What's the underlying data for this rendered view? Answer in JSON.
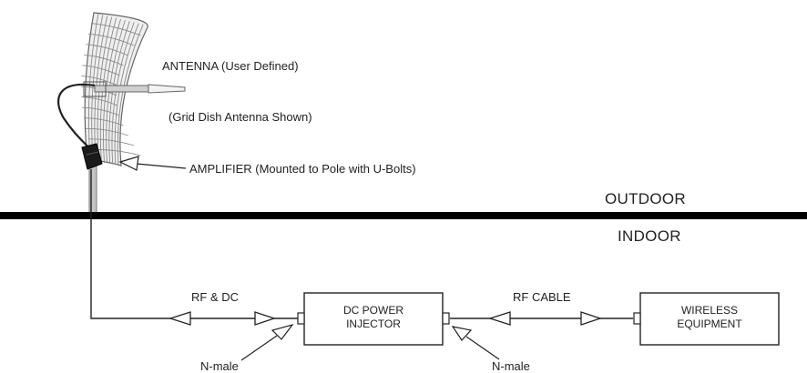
{
  "labels": {
    "antenna": "ANTENNA (User Defined)",
    "antenna_note": "(Grid Dish Antenna Shown)",
    "amplifier": "AMPLIFIER (Mounted to Pole with U-Bolts)",
    "outdoor": "OUTDOOR",
    "indoor": "INDOOR",
    "rf_dc": "RF & DC",
    "rf_cable": "RF CABLE",
    "nmale_left": "N-male",
    "nmale_right": "N-male"
  },
  "boxes": {
    "injector": [
      "DC POWER",
      "INJECTOR"
    ],
    "equipment": [
      "WIRELESS",
      "EQUIPMENT"
    ]
  },
  "colors": {
    "line": "#222222",
    "divider": "#000000",
    "dish_grid": "#8a8a8a",
    "pole": "#b5b5b5",
    "amplifier": "#1a1a1a"
  }
}
